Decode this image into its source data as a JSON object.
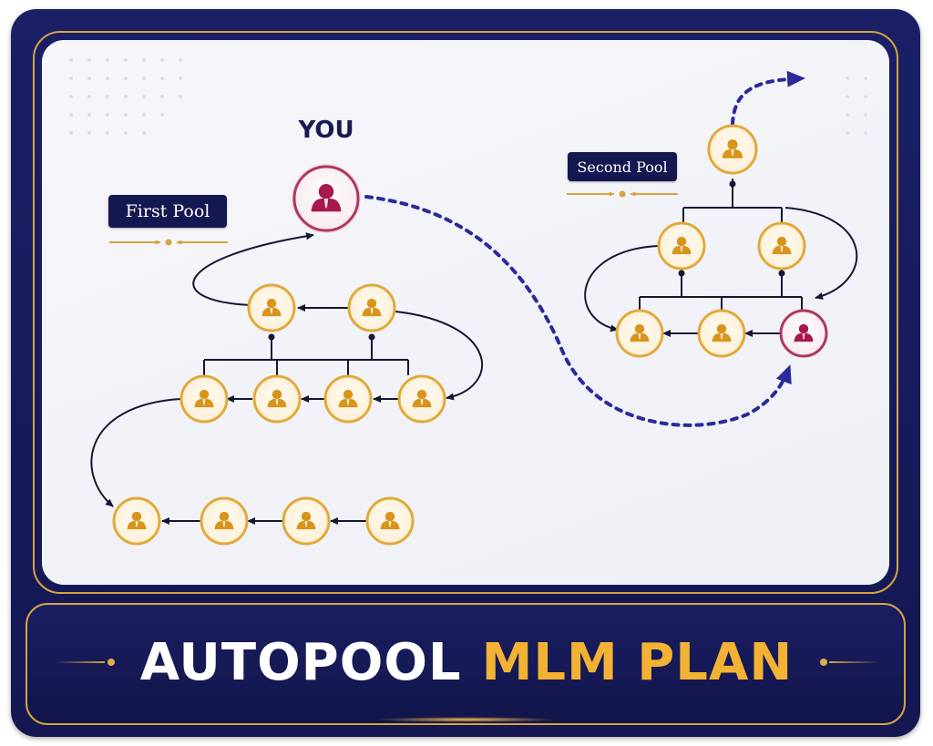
{
  "colors": {
    "navy": "#161a5a",
    "gold": "#d5a43f",
    "gold_fill": "#e7a91f",
    "member_icon": "#d9941a",
    "you_icon": "#a8174f",
    "arrow": "#141633",
    "dotted_path": "#2b2a9a"
  },
  "labels": {
    "you": "YOU",
    "first_pool": "First Pool",
    "second_pool": "Second Pool"
  },
  "title": {
    "part1": "AUTOPOOL",
    "part2": "MLM PLAN"
  },
  "icons": {
    "member": "person-icon",
    "arrow": "arrow-head",
    "ornament": "ornament-dot"
  }
}
